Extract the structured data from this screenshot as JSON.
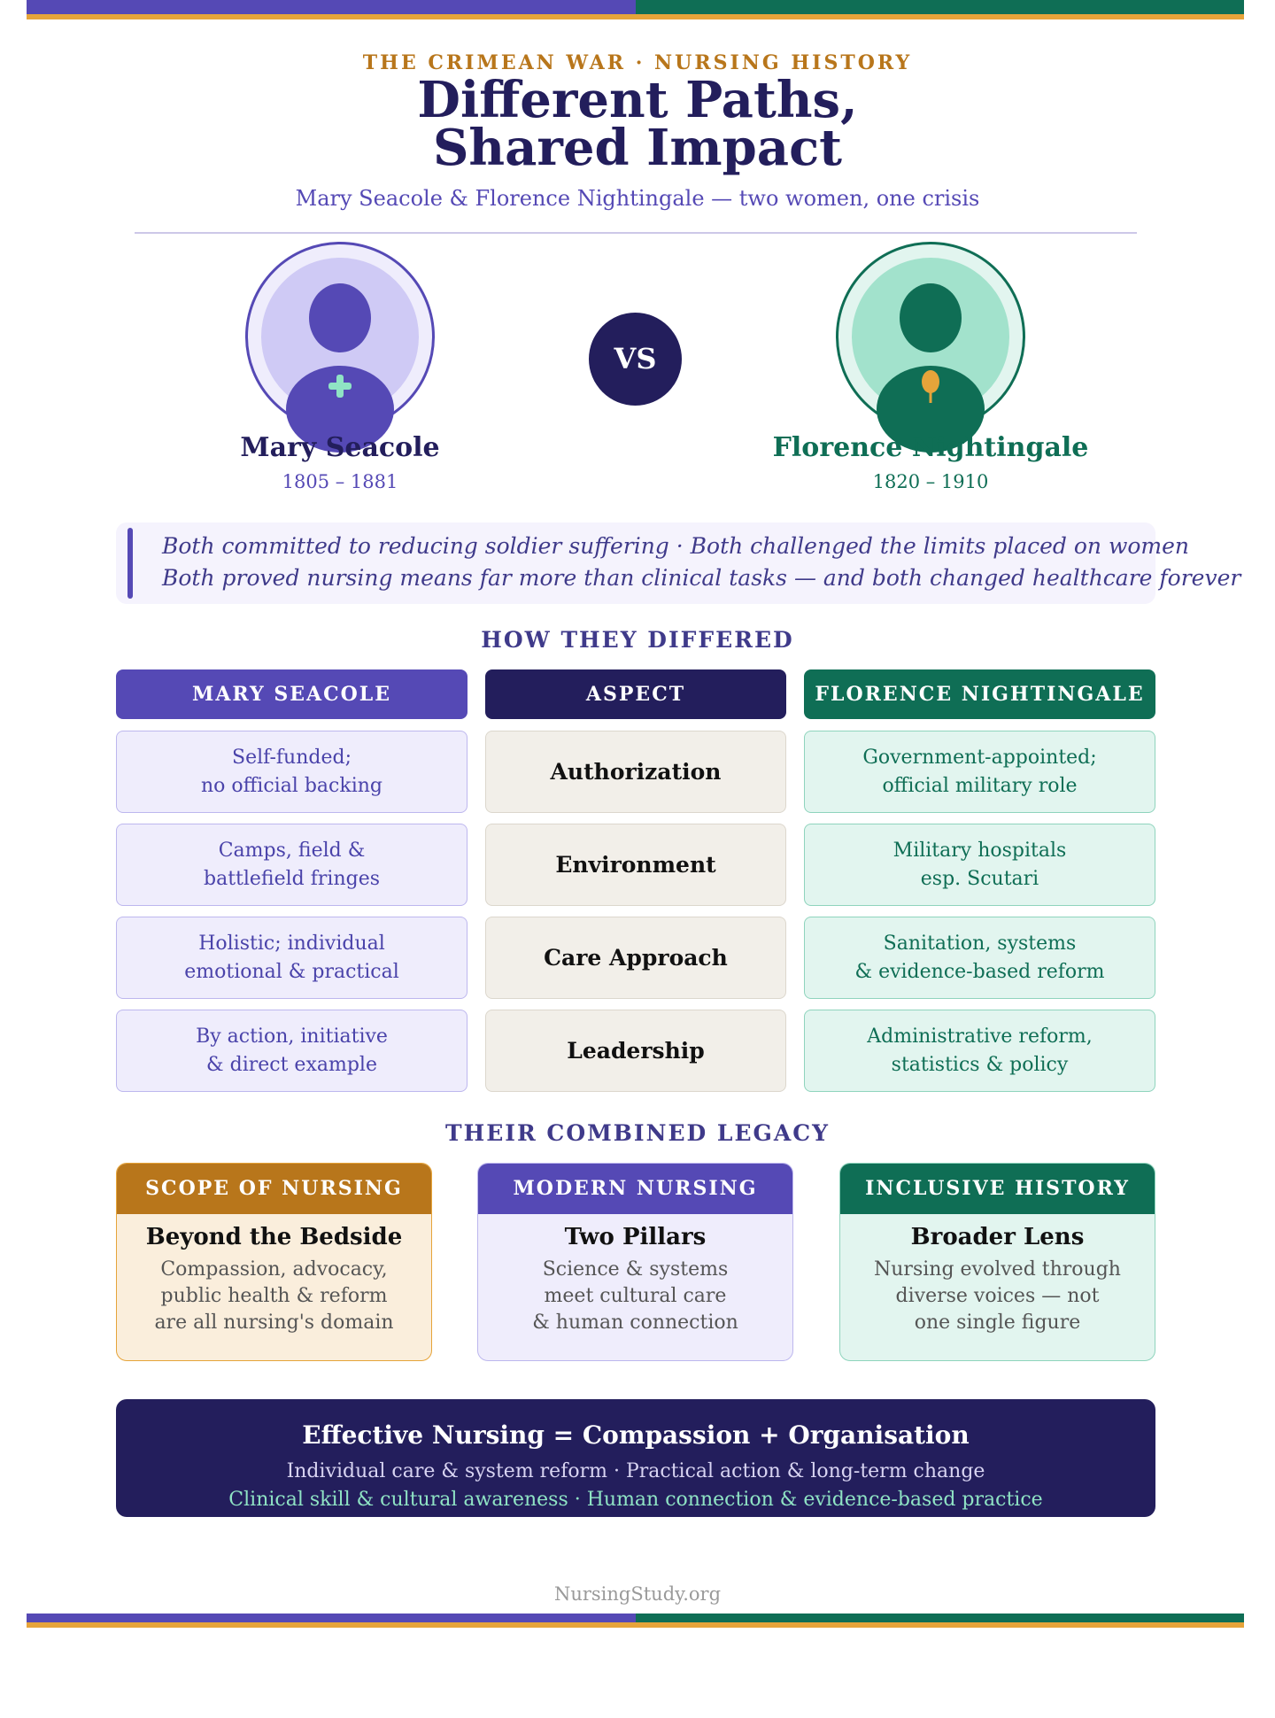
{
  "header": {
    "kicker": "THE CRIMEAN WAR · NURSING HISTORY",
    "title_line1": "Different Paths,",
    "title_line2": "Shared Impact",
    "subtitle": "Mary Seacole & Florence Nightingale — two women, one crisis"
  },
  "profiles": {
    "left": {
      "name": "Mary Seacole",
      "years": "1805 – 1881",
      "icon": "cross-icon",
      "color": "#5549b5"
    },
    "vs": "VS",
    "right": {
      "name": "Florence Nightingale",
      "years": "1820 – 1910",
      "icon": "lamp-flame-icon",
      "color": "#0f6e55"
    }
  },
  "shared": {
    "line1": "Both committed to reducing soldier suffering · Both challenged the limits placed on women",
    "line2": "Both proved nursing means far more than clinical tasks — and both changed healthcare forever"
  },
  "comparison": {
    "title": "HOW THEY DIFFERED",
    "headers": {
      "left": "MARY SEACOLE",
      "mid": "ASPECT",
      "right": "FLORENCE NIGHTINGALE"
    },
    "rows": [
      {
        "left": "Self-funded;\nno official backing",
        "aspect": "Authorization",
        "right": "Government-appointed;\nofficial military role"
      },
      {
        "left": "Camps, field &\nbattlefield fringes",
        "aspect": "Environment",
        "right": "Military hospitals\nesp. Scutari"
      },
      {
        "left": "Holistic; individual\nemotional & practical",
        "aspect": "Care Approach",
        "right": "Sanitation, systems\n& evidence-based reform"
      },
      {
        "left": "By action, initiative\n& direct example",
        "aspect": "Leadership",
        "right": "Administrative reform,\nstatistics & policy"
      }
    ]
  },
  "legacy": {
    "title": "THEIR COMBINED LEGACY",
    "cards": [
      {
        "header": "SCOPE OF NURSING",
        "subtitle": "Beyond the Bedside",
        "body": "Compassion, advocacy,\npublic health & reform\nare all nursing's domain"
      },
      {
        "header": "MODERN NURSING",
        "subtitle": "Two Pillars",
        "body": "Science & systems\nmeet cultural care\n& human connection"
      },
      {
        "header": "INCLUSIVE HISTORY",
        "subtitle": "Broader Lens",
        "body": "Nursing evolved through\ndiverse voices — not\none single figure"
      }
    ]
  },
  "formula": {
    "headline": "Effective Nursing = Compassion + Organisation",
    "line1": "Individual care & system reform · Practical action & long-term change",
    "line2": "Clinical skill & cultural awareness · Human connection & evidence-based practice"
  },
  "footer": {
    "source": "NursingStudy.org"
  },
  "colors": {
    "purple": "#5549b5",
    "green": "#0f6e55",
    "navy": "#231e5c",
    "gold": "#b8761b",
    "accent_bar": "#e6a43a"
  }
}
